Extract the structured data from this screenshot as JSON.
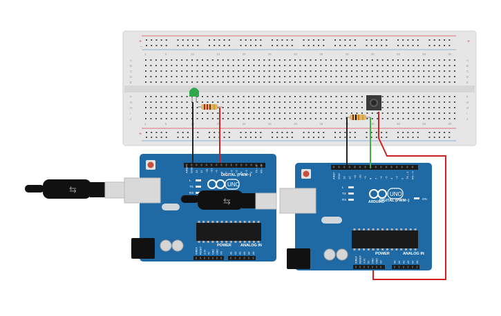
{
  "colors": {
    "background": "#ffffff",
    "breadboard": "#e6e6e6",
    "breadboard_shadow": "#cfcfcf",
    "hole": "#4a4a4a",
    "rail_red": "#d84b4b",
    "rail_blue": "#6aa0d6",
    "arduino": "#1f6aa5",
    "arduino_dark": "#17527f",
    "header": "#1a1a1a",
    "wire_black": "#222222",
    "wire_red": "#d21f1f",
    "wire_green": "#3cb043",
    "led_green": "#2ea84a",
    "usb_gray": "#d9d9d9",
    "usb_dark": "#2b2b2b"
  },
  "breadboard": {
    "column_numbers": [
      "1",
      "5",
      "10",
      "15",
      "20",
      "25",
      "30",
      "35",
      "40",
      "45",
      "50",
      "55",
      "60"
    ],
    "row_letters_top": [
      "A",
      "B",
      "C",
      "D",
      "E"
    ],
    "row_letters_bottom": [
      "F",
      "G",
      "H",
      "I",
      "J"
    ]
  },
  "board_left": {
    "logo_text": "UNO",
    "digital_label": "DIGITAL (PWM~)",
    "power_label": "POWER",
    "analog_label": "ANALOG IN",
    "pin_labels": [
      "AREF",
      "GND",
      "13",
      "12",
      "~11",
      "~10",
      "~9",
      "8",
      "7",
      "~6",
      "~5",
      "4",
      "~3",
      "2",
      "TX→1",
      "RX←0"
    ],
    "power_pins": [
      "IOREF",
      "RESET",
      "3.3V",
      "5V",
      "GND",
      "GND",
      "Vin"
    ],
    "analog_pins": [
      "A0",
      "A1",
      "A2",
      "A3",
      "A4",
      "A5"
    ],
    "led_labels": [
      "L",
      "TX",
      "RX"
    ]
  },
  "board_right": {
    "logo_text": "UNO",
    "brand_text": "ARDUINO",
    "on_label": "ON",
    "digital_label": "DIGITAL (PWM~)",
    "power_label": "POWER",
    "analog_label": "ANALOG IN",
    "pin_labels": [
      "AREF",
      "GND",
      "13",
      "12",
      "~11",
      "~10",
      "~9",
      "8",
      "7",
      "~6",
      "~5",
      "4",
      "~3",
      "2",
      "TX→1",
      "RX←0"
    ],
    "power_pins": [
      "IOREF",
      "RESET",
      "3.3V",
      "5V",
      "GND",
      "GND",
      "Vin"
    ],
    "analog_pins": [
      "A0",
      "A1",
      "A2",
      "A3",
      "A4",
      "A5"
    ],
    "led_labels": [
      "L",
      "TX",
      "RX"
    ]
  }
}
